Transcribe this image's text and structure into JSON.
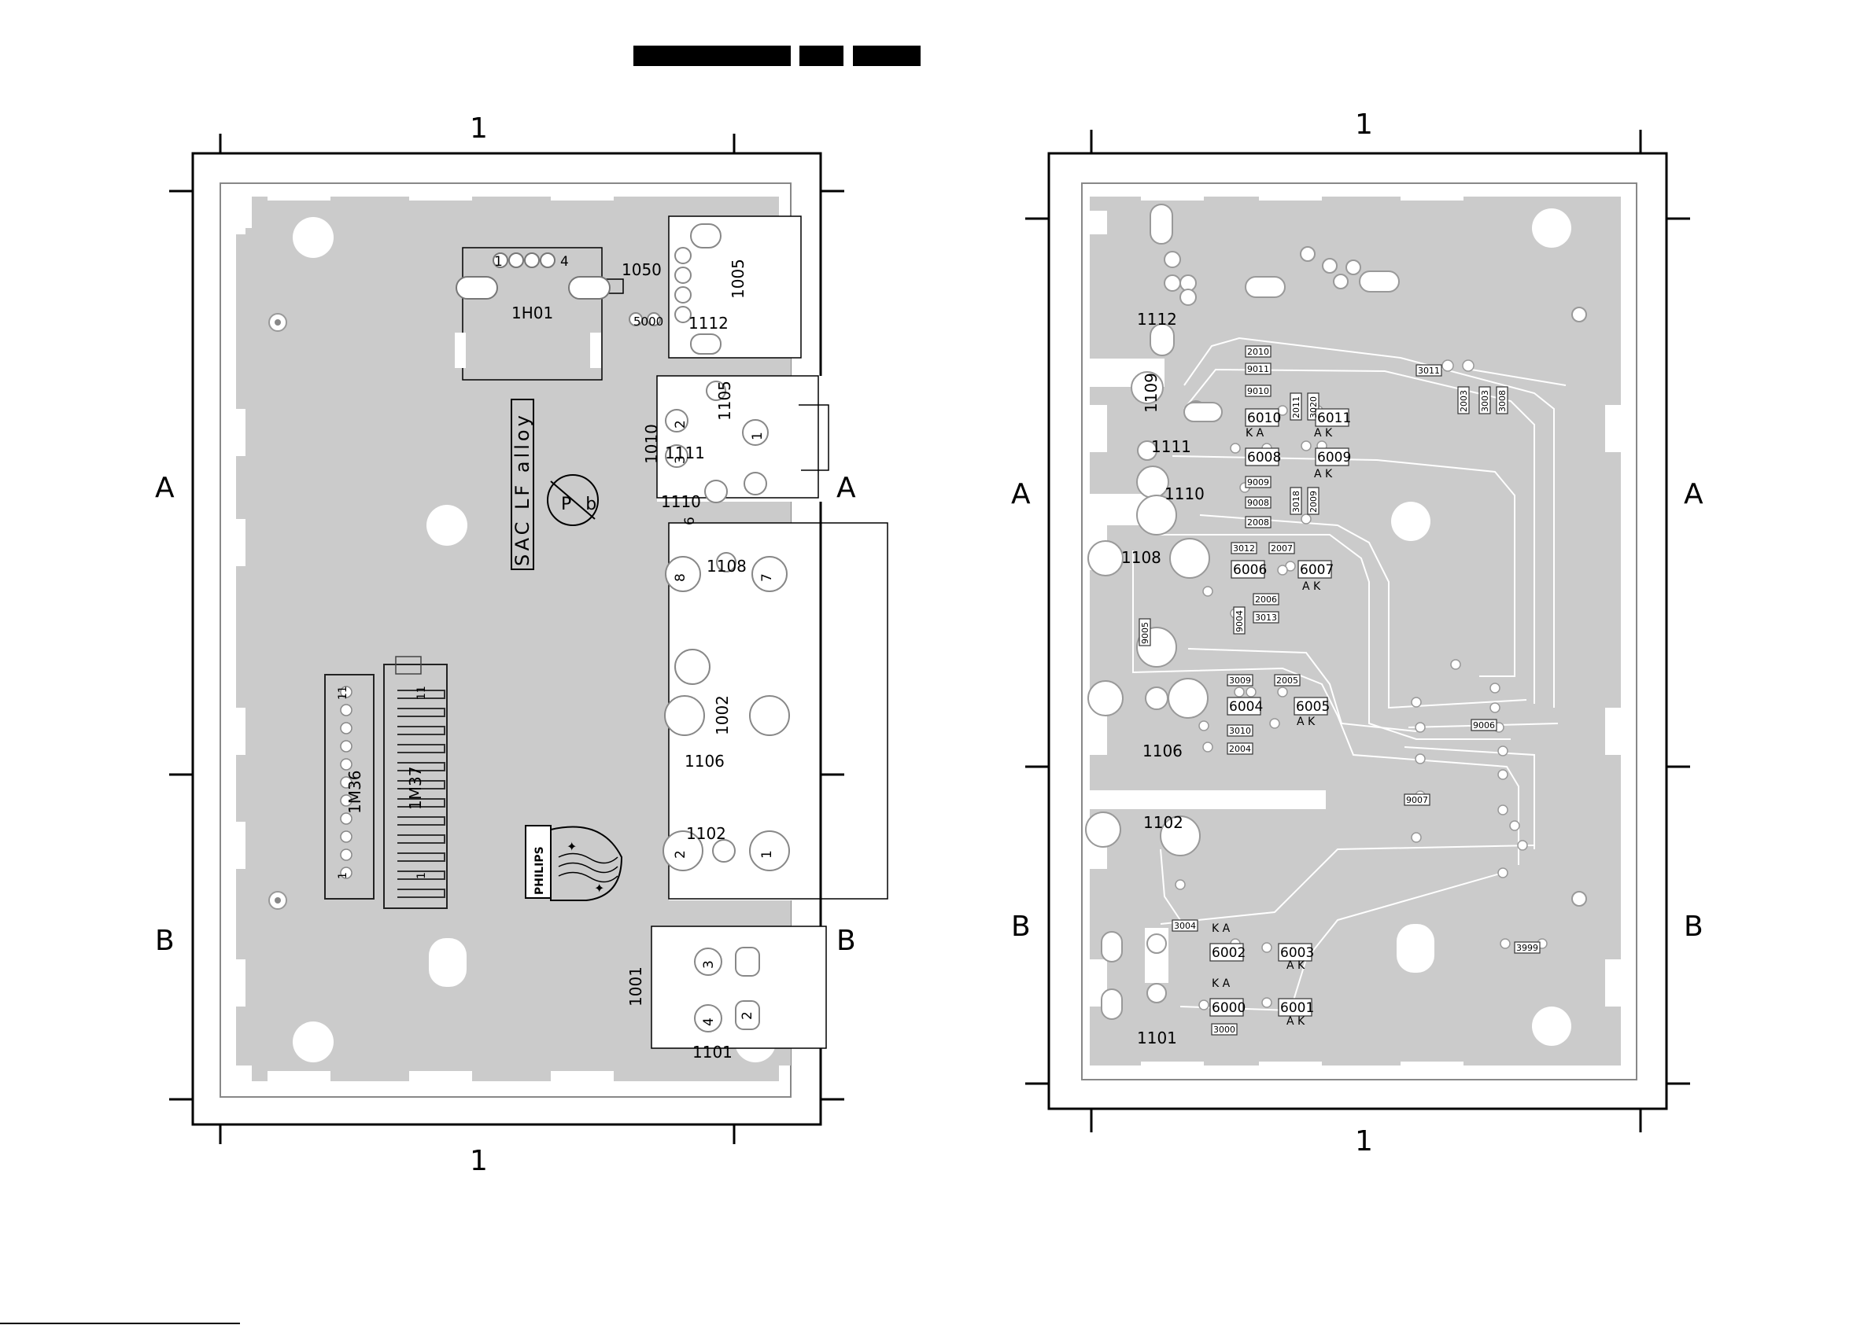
{
  "header": {
    "blocks": [
      "",
      "",
      ""
    ]
  },
  "grid": {
    "col": "1",
    "rowA": "A",
    "rowB": "B"
  },
  "left_board": {
    "labels": [
      {
        "id": "1h01",
        "t": "1H01"
      },
      {
        "id": "1050",
        "t": "1050"
      },
      {
        "id": "1005",
        "t": "1005"
      },
      {
        "id": "5000",
        "t": "5000"
      },
      {
        "id": "1112",
        "t": "1112"
      },
      {
        "id": "1010",
        "t": "1010"
      },
      {
        "id": "1111",
        "t": "1111"
      },
      {
        "id": "1110",
        "t": "1110"
      },
      {
        "id": "1105",
        "t": "1105"
      },
      {
        "id": "1108",
        "t": "1108"
      },
      {
        "id": "1002",
        "t": "1002"
      },
      {
        "id": "1106",
        "t": "1106"
      },
      {
        "id": "1102",
        "t": "1102"
      },
      {
        "id": "1001",
        "t": "1001"
      },
      {
        "id": "1101",
        "t": "1101"
      },
      {
        "id": "1m36",
        "t": "1M36"
      },
      {
        "id": "1m37",
        "t": "1M37"
      }
    ],
    "pins": [
      "1",
      "4",
      "2",
      "3",
      "6",
      "8",
      "7",
      "1",
      "2",
      "1",
      "3",
      "4",
      "2",
      "11",
      "1",
      "1",
      "11"
    ],
    "alloy": "SAC LF alloy",
    "pb": "Pb",
    "brand": "PHILIPS"
  },
  "right_board": {
    "labels": [
      {
        "id": "r1112",
        "t": "1112"
      },
      {
        "id": "r1109",
        "t": "1109"
      },
      {
        "id": "r1111",
        "t": "1111"
      },
      {
        "id": "r1110",
        "t": "1110"
      },
      {
        "id": "r1108",
        "t": "1108"
      },
      {
        "id": "r1106",
        "t": "1106"
      },
      {
        "id": "r1102",
        "t": "1102"
      },
      {
        "id": "r1101",
        "t": "1101"
      }
    ],
    "parts": [
      {
        "id": "p2010",
        "t": "2010"
      },
      {
        "id": "p9011",
        "t": "9011"
      },
      {
        "id": "p9010",
        "t": "9010"
      },
      {
        "id": "p2011",
        "t": "2011"
      },
      {
        "id": "p3020",
        "t": "3020"
      },
      {
        "id": "p6010",
        "t": "6010"
      },
      {
        "id": "p6011",
        "t": "6011"
      },
      {
        "id": "p6008",
        "t": "6008"
      },
      {
        "id": "p6009",
        "t": "6009"
      },
      {
        "id": "p9009",
        "t": "9009"
      },
      {
        "id": "p3018",
        "t": "3018"
      },
      {
        "id": "p2009",
        "t": "2009"
      },
      {
        "id": "p9008",
        "t": "9008"
      },
      {
        "id": "p2008",
        "t": "2008"
      },
      {
        "id": "p3012",
        "t": "3012"
      },
      {
        "id": "p2007",
        "t": "2007"
      },
      {
        "id": "p6006",
        "t": "6006"
      },
      {
        "id": "p6007",
        "t": "6007"
      },
      {
        "id": "p9004",
        "t": "9004"
      },
      {
        "id": "p2006",
        "t": "2006"
      },
      {
        "id": "p3013",
        "t": "3013"
      },
      {
        "id": "p9005",
        "t": "9005"
      },
      {
        "id": "p3009",
        "t": "3009"
      },
      {
        "id": "p2005",
        "t": "2005"
      },
      {
        "id": "p6004",
        "t": "6004"
      },
      {
        "id": "p6005",
        "t": "6005"
      },
      {
        "id": "p3010",
        "t": "3010"
      },
      {
        "id": "p2004",
        "t": "2004"
      },
      {
        "id": "p3011",
        "t": "3011"
      },
      {
        "id": "p2003",
        "t": "2003"
      },
      {
        "id": "p3003",
        "t": "3003"
      },
      {
        "id": "p3008",
        "t": "3008"
      },
      {
        "id": "p9006",
        "t": "9006"
      },
      {
        "id": "p9007",
        "t": "9007"
      },
      {
        "id": "p3004",
        "t": "3004"
      },
      {
        "id": "p6002",
        "t": "6002"
      },
      {
        "id": "p6003",
        "t": "6003"
      },
      {
        "id": "p6000",
        "t": "6000"
      },
      {
        "id": "p6001",
        "t": "6001"
      },
      {
        "id": "p3000",
        "t": "3000"
      },
      {
        "id": "p3999",
        "t": "3999"
      }
    ],
    "pol": {
      "ka": "K  A",
      "ak": "A  K"
    }
  }
}
